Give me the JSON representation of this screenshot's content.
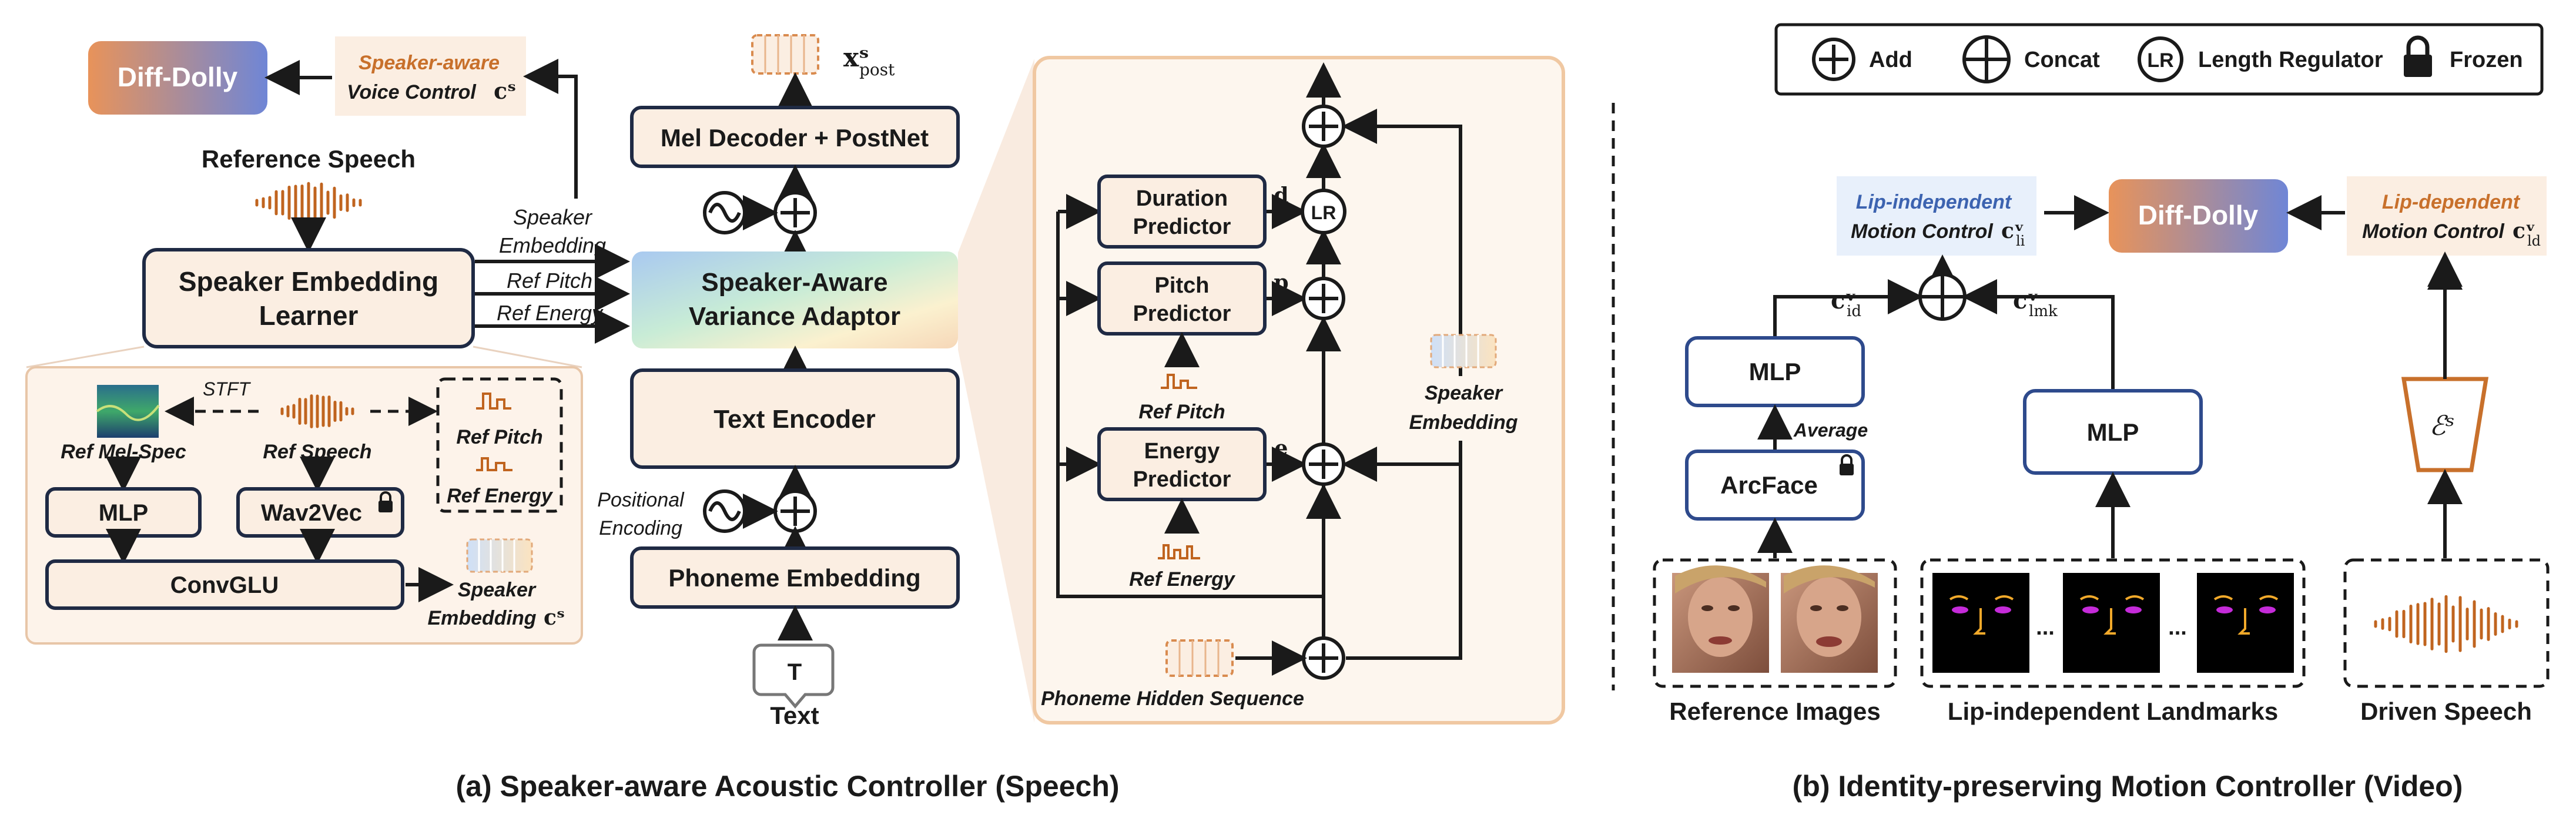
{
  "legend": {
    "add": "Add",
    "concat": "Concat",
    "lr_symbol": "LR",
    "length_regulator": "Length Regulator",
    "frozen": "Frozen"
  },
  "speech": {
    "diff_dolly": "Diff-Dolly",
    "voice_control_line1": "Speaker-aware",
    "voice_control_line2": "Voice Control",
    "voice_control_symbol": "cˢ",
    "reference_speech": "Reference Speech",
    "speaker_embedding_learner_line1": "Speaker Embedding",
    "speaker_embedding_learner_line2": "Learner",
    "speaker_embedding_label_line1": "Speaker",
    "speaker_embedding_label_line2": "Embedding",
    "ref_pitch": "Ref Pitch",
    "ref_energy": "Ref Energy",
    "stft": "STFT",
    "ref_mel_spec": "Ref Mel-Spec",
    "ref_speech": "Ref Speech",
    "mlp": "MLP",
    "wav2vec": "Wav2Vec",
    "convglu": "ConvGLU",
    "speaker_embedding_c_line1": "Speaker",
    "speaker_embedding_c_line2": "Embedding",
    "speaker_embedding_c_symbol": "cˢ",
    "x_post": "xˢ",
    "x_post_sub": "post",
    "mel_decoder": "Mel Decoder + PostNet",
    "variance_adaptor_line1": "Speaker-Aware",
    "variance_adaptor_line2": "Variance Adaptor",
    "text_encoder": "Text Encoder",
    "positional_encoding_line1": "Positional",
    "positional_encoding_line2": "Encoding",
    "phoneme_embedding": "Phoneme Embedding",
    "text_icon": "T",
    "text_label": "Text",
    "duration_predictor_line1": "Duration",
    "duration_predictor_line2": "Predictor",
    "pitch_predictor_line1": "Pitch",
    "pitch_predictor_line2": "Predictor",
    "energy_predictor_line1": "Energy",
    "energy_predictor_line2": "Predictor",
    "d_symbol": "d",
    "p_symbol": "p",
    "e_symbol": "e",
    "lr": "LR",
    "ref_pitch_small": "Ref Pitch",
    "ref_energy_small": "Ref Energy",
    "speaker_embedding_right_line1": "Speaker",
    "speaker_embedding_right_line2": "Embedding",
    "phoneme_hidden_sequence": "Phoneme Hidden Sequence",
    "caption": "(a) Speaker-aware Acoustic Controller (Speech)"
  },
  "video": {
    "lip_independent_line1": "Lip-independent",
    "lip_independent_line2": "Motion Control",
    "lip_independent_symbol": "cᵛ",
    "lip_independent_sub": "li",
    "diff_dolly": "Diff-Dolly",
    "lip_dependent_line1": "Lip-dependent",
    "lip_dependent_line2": "Motion Control",
    "lip_dependent_symbol": "cᵛ",
    "lip_dependent_sub": "ld",
    "c_id": "cᵛ",
    "c_id_sub": "id",
    "c_lmk": "cᵛ",
    "c_lmk_sub": "lmk",
    "mlp_left": "MLP",
    "average": "Average",
    "arcface": "ArcFace",
    "mlp_right": "MLP",
    "encoder_symbol": "ℰˢ",
    "reference_images": "Reference Images",
    "ellipsis1": "...",
    "ellipsis2": "...",
    "landmarks": "Lip-independent Landmarks",
    "driven_speech": "Driven Speech",
    "caption": "(b) Identity-preserving Motion Controller (Video)"
  },
  "colors": {
    "box_fill": "#fbeee2",
    "box_stroke": "#1f2a44",
    "blue_stroke": "#2e4a8c",
    "orange_accent": "#c8702b",
    "blue_accent": "#3c63b0",
    "wave_color": "#c0641f"
  }
}
